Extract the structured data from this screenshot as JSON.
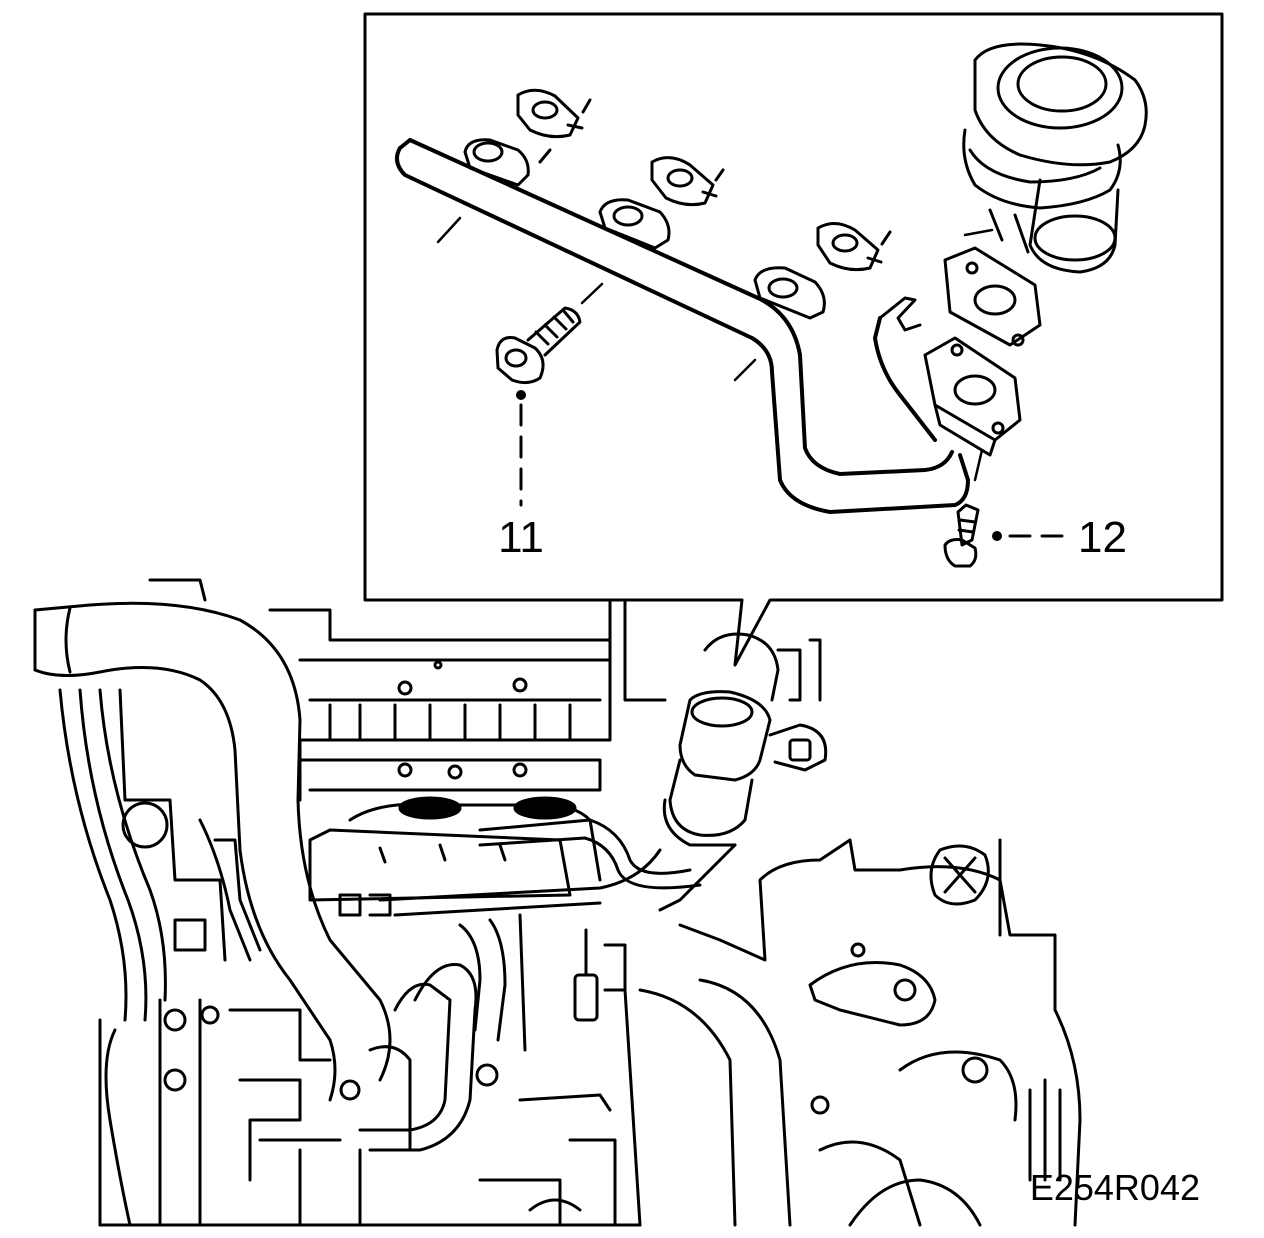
{
  "callouts": {
    "part_11": "11",
    "part_12": "12"
  },
  "figure_id": "E254R042",
  "colors": {
    "line": "#000000",
    "background": "#ffffff"
  }
}
